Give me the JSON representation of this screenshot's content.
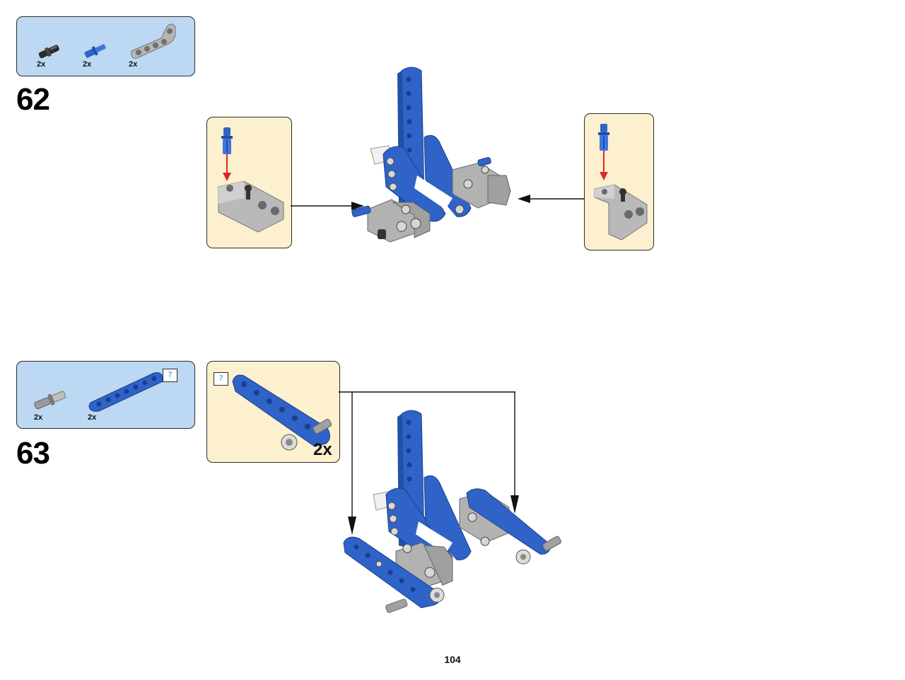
{
  "page": {
    "number": "104"
  },
  "colors": {
    "parts_bg": "#bcd8f2",
    "sub_bg": "#fdf0cf",
    "blue": "#2f63c8",
    "gray": "#a9a9a9",
    "arrow_red": "#e0242a"
  },
  "steps": [
    {
      "number": "62",
      "parts": [
        {
          "name": "black-friction-pin",
          "qty": "2x"
        },
        {
          "name": "blue-axle-pin",
          "qty": "2x"
        },
        {
          "name": "gray-angle-beam",
          "qty": "2x"
        }
      ]
    },
    {
      "number": "63",
      "parts": [
        {
          "name": "gray-pin-with-axle",
          "qty": "2x"
        },
        {
          "name": "blue-beam-7",
          "qty": "2x",
          "length": "7"
        }
      ],
      "submodel": {
        "length": "7",
        "multiplier": "2x"
      }
    }
  ]
}
